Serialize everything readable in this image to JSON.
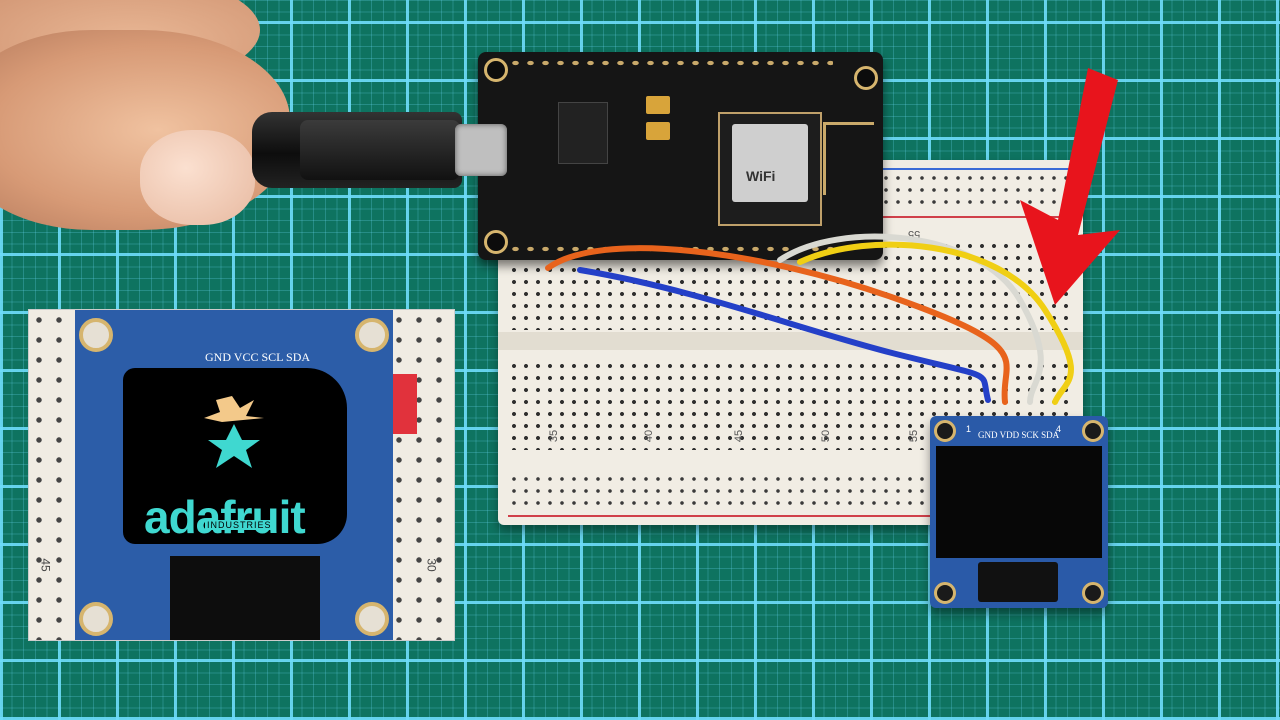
{
  "scene": {
    "breadboard_labels": [
      "35",
      "40",
      "45",
      "50",
      "55"
    ],
    "breadboard_top_label": "55",
    "oled_pins": "GND VDD SCK SDA",
    "oled_pin_numbers": [
      "1",
      "4"
    ],
    "mcu_esp_text": "WiFi"
  },
  "inset": {
    "pin_labels": "GND VCC SCL SDA",
    "logo_text": "adafruit",
    "logo_sub": "INDUSTRIES",
    "edge_label_left": "45",
    "edge_label_right": "30"
  },
  "colors": {
    "mat": "#0e7360",
    "grid": "#6edcfa",
    "arrow": "#e8141c",
    "oled_board": "#2a5aa8",
    "logo": "#3fd8d0",
    "wire_orange": "#e8631c",
    "wire_blue": "#2440c8",
    "wire_white": "#d9d9d2",
    "wire_yellow": "#f0cf14"
  },
  "icons": [
    "red-arrow-icon",
    "adafruit-star-icon"
  ]
}
